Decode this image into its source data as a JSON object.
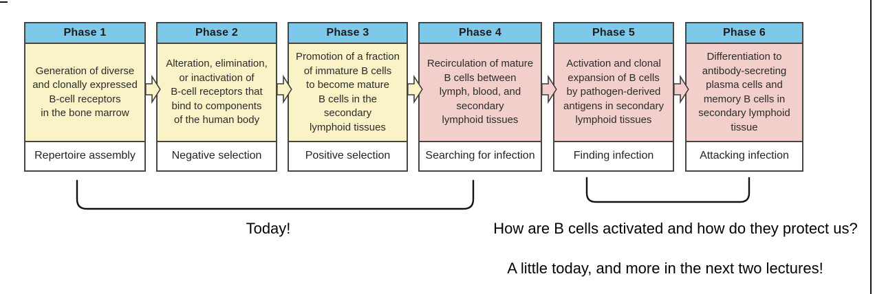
{
  "phases": [
    {
      "header": "Phase 1",
      "theme": "yellow",
      "body": "Generation of diverse\nand clonally expressed\nB-cell receptors\nin the bone marrow",
      "footer": "Repertoire assembly"
    },
    {
      "header": "Phase 2",
      "theme": "yellow",
      "body": "Alteration, elimination,\nor inactivation of\nB-cell receptors that\nbind to components\nof the human body",
      "footer": "Negative selection"
    },
    {
      "header": "Phase 3",
      "theme": "yellow",
      "body": "Promotion of a fraction\nof immature B cells\nto become mature\nB cells in the\nsecondary\nlymphoid tissues",
      "footer": "Positive selection"
    },
    {
      "header": "Phase 4",
      "theme": "pink",
      "body": "Recirculation of mature\nB cells between\nlymph, blood, and\nsecondary\nlymphoid tissues",
      "footer": "Searching for infection"
    },
    {
      "header": "Phase 5",
      "theme": "pink",
      "body": "Activation and clonal\nexpansion of B cells\nby pathogen-derived\nantigens in secondary\nlymphoid tissues",
      "footer": "Finding infection"
    },
    {
      "header": "Phase 6",
      "theme": "pink",
      "body": "Differentiation to\nantibody-secreting\nplasma cells and\nmemory B cells in\nsecondary lymphoid\ntissue",
      "footer": "Attacking infection"
    }
  ],
  "arrows": [
    "yellow",
    "yellow",
    "yellow",
    "pink",
    "pink"
  ],
  "notes": {
    "today": "Today!",
    "question": "How are B cells activated and how do they protect us?",
    "answer": "A little today, and more in the next two lectures!"
  },
  "colors": {
    "header_blue": "#7ec8e9",
    "yellow": "#faf3c8",
    "pink": "#f2cfcb",
    "border": "#454545",
    "line": "#161616"
  }
}
